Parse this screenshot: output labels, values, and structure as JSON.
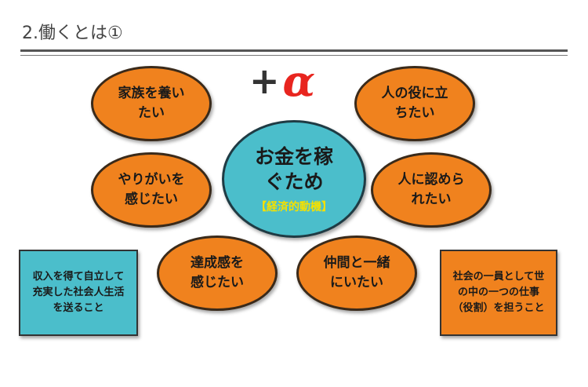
{
  "title": "2.働くとは①",
  "plus_symbol": "+",
  "alpha_symbol": "α",
  "center": {
    "main": "お金を稼\nぐため",
    "sub": "【経済的動機】"
  },
  "motives": {
    "family": "家族を養い\nたい",
    "help": "人の役に立\nちたい",
    "fulfillment": "やりがいを\n感じたい",
    "recognition": "人に認めら\nれたい",
    "achievement": "達成感を\n感じたい",
    "companions": "仲間と一緒\nにいたい"
  },
  "boxes": {
    "left": "収入を得て自立して\n充実した社会人生活\nを送ること",
    "right": "社会の一員として世\nの中の一つの仕事\n（役割）を担うこと"
  },
  "colors": {
    "orange": "#f0821e",
    "teal": "#4bbecb",
    "alpha_red": "#e8251f",
    "sub_yellow": "#f4e000"
  }
}
